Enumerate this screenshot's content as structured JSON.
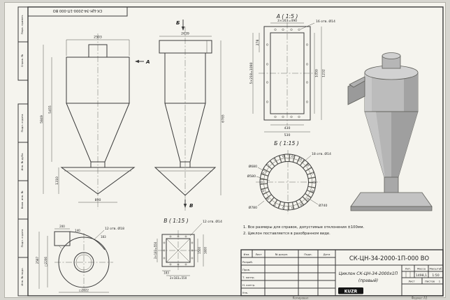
{
  "colors": {
    "background": "#d7d6d0",
    "paper": "#f5f4ee",
    "line": "#3a3a3a",
    "metal_light": "#d2d2d2",
    "metal_mid": "#b9b9b9",
    "metal_dark": "#9a9a9a"
  },
  "frame": {
    "doc_number_top": "СК-ЦН-34-2000-1П-000 ВО",
    "margin_labels": [
      "Перв. примен.",
      "Справ. №",
      "Подп. и дата",
      "Инв. № дубл.",
      "Взам. инв. №",
      "Подп. и дата",
      "Инв. № подл."
    ],
    "copied": "Копировал",
    "format": "Формат А3"
  },
  "views": {
    "front": {
      "marker": "А",
      "dim_width": "2503",
      "dim_height_body": "5455",
      "dim_height_total": "5849",
      "dim_bucket": "1310",
      "dim_outlet": "890"
    },
    "side": {
      "marker_top": "Б",
      "marker_bottom": "В",
      "dim_width": "2639",
      "dim_height": "6765"
    },
    "detail_a": {
      "label": "А ( 1:5 )",
      "dim_top": "3×163=490",
      "note_holes": "16 отв. Ø14",
      "dim_left_small": "278",
      "dim_left": "5×218=1090",
      "dim_right_inner": "1030",
      "dim_right_outer": "1232",
      "dim_bottom_inner": "430",
      "dim_bottom_outer": "530"
    },
    "detail_b": {
      "label": "Б ( 1:15 )",
      "note_holes": "18 отв. Ø14",
      "dia_1": "Ø680",
      "dia_2": "Ø580",
      "dia_3": "Ø780",
      "dia_4": "Ø740"
    },
    "detail_v": {
      "label": "В ( 1:15 )",
      "note_holes": "12 отв. Ø14",
      "dim_right_inner": "1500",
      "dim_right_outer": "1600",
      "dim_left": "3×183=550",
      "dim_seg": "183",
      "dim_bottom": "3×183=550"
    },
    "scroll": {
      "dim_1": "200",
      "dim_2": "140",
      "note_holes": "12 отв. Ø18",
      "dim_seg": "183",
      "dim_height": "2587",
      "dim_square": "□2206",
      "dim_bottom": "□2022"
    }
  },
  "notes": {
    "line1": "1. Все размеры для справок, допустимые отклонения ±100мм.",
    "line2": "2. Циклон поставляется в разобранном виде."
  },
  "title_block": {
    "doc_number": "СК-ЦН-34-2000-1П-000 ВО",
    "title_line1": "Циклон СК-ЦН-34-2000x1П",
    "title_line2": "(правый)",
    "header_cols": [
      "Изм.",
      "Лист",
      "№ докум.",
      "Подп.",
      "Дата"
    ],
    "row_labels": [
      "Разраб.",
      "Пров.",
      "Т. контр.",
      "Н. контр.",
      "Утв."
    ],
    "lit_label": "Лит.",
    "mass_label": "Масса",
    "scale_label": "Масштаб",
    "mass_value": "1498,1",
    "scale_value": "1:50",
    "sheet_label": "Лист",
    "sheets_label": "Листов",
    "sheets_value": "1",
    "logo": "KUZR"
  }
}
